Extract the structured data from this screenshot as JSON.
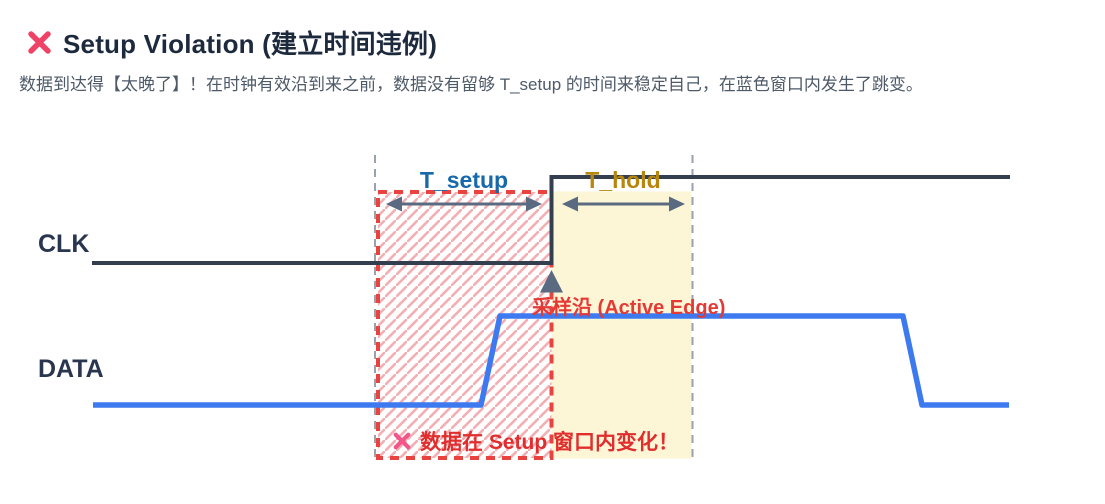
{
  "header": {
    "title": "Setup Violation (建立时间违例)",
    "subtitle": "数据到达得【太晚了】！在时钟有效沿到来之前，数据没有留够 T_setup 的时间来稳定自己，在蓝色窗口内发生了跳变。"
  },
  "diagram": {
    "labels": {
      "clk": "CLK",
      "data": "DATA",
      "t_setup": "T_setup",
      "t_hold": "T_hold",
      "active_edge": "采样沿 (Active Edge)",
      "violation": "数据在 Setup 窗口内变化！"
    },
    "colors": {
      "title_x": "#ee4266",
      "clk_line": "#333e4f",
      "data_line": "#3d7af0",
      "setup_window_border": "#e8433f",
      "setup_hatch": "#f3b0b4",
      "hold_window_fill": "#fdf6d6",
      "window_boundary_dash": "#9aa2ae",
      "arrow": "#5a6a80",
      "t_setup_text": "#1769aa",
      "t_hold_text": "#b8860b",
      "active_edge_text": "#e53935",
      "violation_text": "#e02d2d",
      "violation_x": "#f0568a"
    }
  }
}
